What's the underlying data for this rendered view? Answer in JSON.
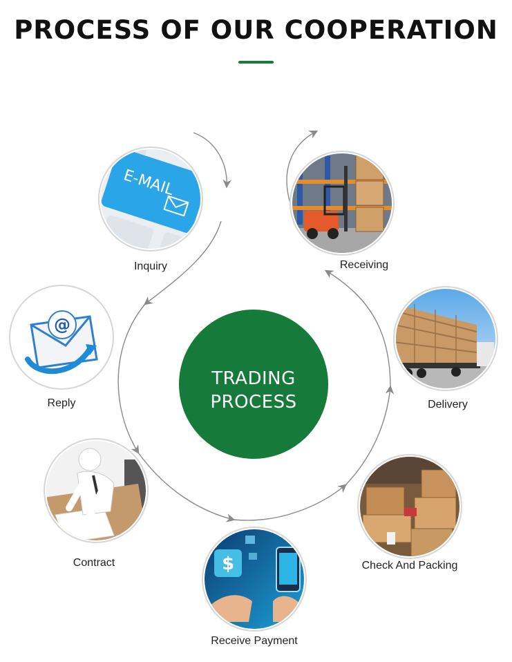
{
  "header": {
    "title": "PROCESS OF OUR COOPERATION",
    "accent_color": "#1a7a3c"
  },
  "center": {
    "line1": "TRADING",
    "line2": "PROCESS",
    "color": "#157a3a"
  },
  "steps": [
    {
      "label": "Inquiry",
      "icon": "email-key-icon"
    },
    {
      "label": "Reply",
      "icon": "envelope-at-icon"
    },
    {
      "label": "Contract",
      "icon": "signing-figure-icon"
    },
    {
      "label": "Receive Payment",
      "icon": "mobile-payment-icon"
    },
    {
      "label": "Check And Packing",
      "icon": "cardboard-boxes-icon"
    },
    {
      "label": "Delivery",
      "icon": "cargo-truck-icon"
    },
    {
      "label": "Receiving",
      "icon": "forklift-warehouse-icon"
    }
  ],
  "flow_arrow_color": "#8a8a8a"
}
